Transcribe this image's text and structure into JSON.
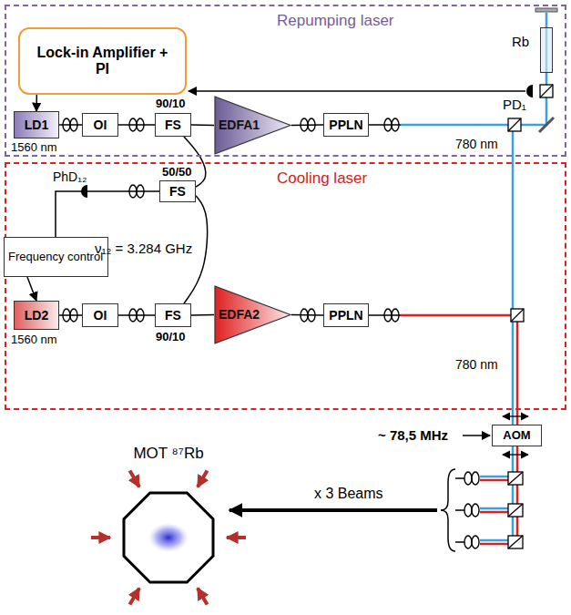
{
  "diagram": {
    "nodes": [
      {
        "text": [
          "Repumping laser"
        ]
      },
      {
        "text": [
          "Lock-in Amplifier + PI"
        ],
        "in": 0
      },
      {
        "text": [
          "Rb"
        ],
        "in": 0
      },
      {
        "text": [
          "LD1"
        ],
        "in": 0
      },
      {
        "text": [
          "OI"
        ],
        "in": 0
      },
      {
        "text": [
          "FS"
        ],
        "in": 0
      },
      {
        "text": [
          "EDFA1"
        ],
        "in": 0
      },
      {
        "text": [
          "PPLN"
        ],
        "in": 0
      },
      {
        "text": [
          "Cooling laser"
        ]
      },
      {
        "text": [
          "FS"
        ],
        "in": 8
      },
      {
        "text": [
          "Frequency control"
        ],
        "in": 8
      },
      {
        "text": [
          "LD2"
        ],
        "in": 8
      },
      {
        "text": [
          "OI"
        ],
        "in": 8
      },
      {
        "text": [
          "FS"
        ],
        "in": 8
      },
      {
        "text": [
          "EDFA2"
        ],
        "in": 8
      },
      {
        "text": [
          "PPLN"
        ],
        "in": 8
      },
      {
        "text": [
          "AOM"
        ]
      },
      {
        "text": [
          "MOT ⁸⁷Rb"
        ]
      }
    ],
    "edges": [
      {
        "from": 1,
        "to": 3,
        "arrow": "to"
      },
      {
        "from": 3,
        "to": 4,
        "arrow": "none"
      },
      {
        "from": 4,
        "to": 5,
        "arrow": "none"
      },
      {
        "from": 5,
        "to": 6,
        "arrow": "none"
      },
      {
        "from": 6,
        "to": 7,
        "arrow": "none"
      },
      {
        "from": 5,
        "to": 9,
        "arrow": "none"
      },
      {
        "from": 13,
        "to": 9,
        "arrow": "none"
      },
      {
        "from": 9,
        "to": 10,
        "arrow": "none"
      },
      {
        "from": 10,
        "to": 11,
        "arrow": "to"
      },
      {
        "from": 11,
        "to": 12,
        "arrow": "none"
      },
      {
        "from": 12,
        "to": 13,
        "arrow": "none"
      },
      {
        "from": 13,
        "to": 14,
        "arrow": "none"
      },
      {
        "from": 14,
        "to": 15,
        "arrow": "none"
      }
    ],
    "labels": [
      "PD₁",
      "1560 nm",
      "90/10",
      "780 nm",
      "PhD₁₂",
      "50/50",
      "ν₁₂ = 3.284 GHz",
      "1560 nm",
      "90/10",
      "780 nm",
      "~ 78,5 MHz",
      "x 3 Beams"
    ]
  }
}
